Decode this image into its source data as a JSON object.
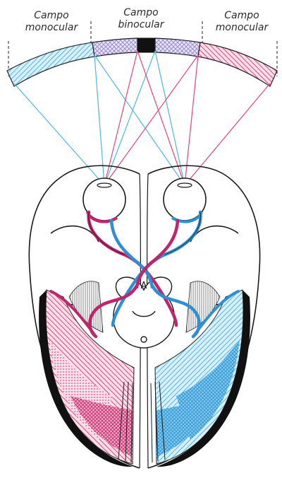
{
  "labels": {
    "left": {
      "line1": "Campo",
      "line2": "monocular"
    },
    "center": {
      "line1": "Campo",
      "line2": "binocular"
    },
    "right": {
      "line1": "Campo",
      "line2": "monocular"
    }
  },
  "marker": "A",
  "colors": {
    "left_field": "#4fb6e3",
    "right_field": "#e2457c",
    "binocular_field": "#9b8fd0",
    "left_pathway": "#2f8fd0",
    "right_pathway": "#c0246a",
    "outline": "#1a1a1a",
    "cortex_dark": "#111111"
  }
}
